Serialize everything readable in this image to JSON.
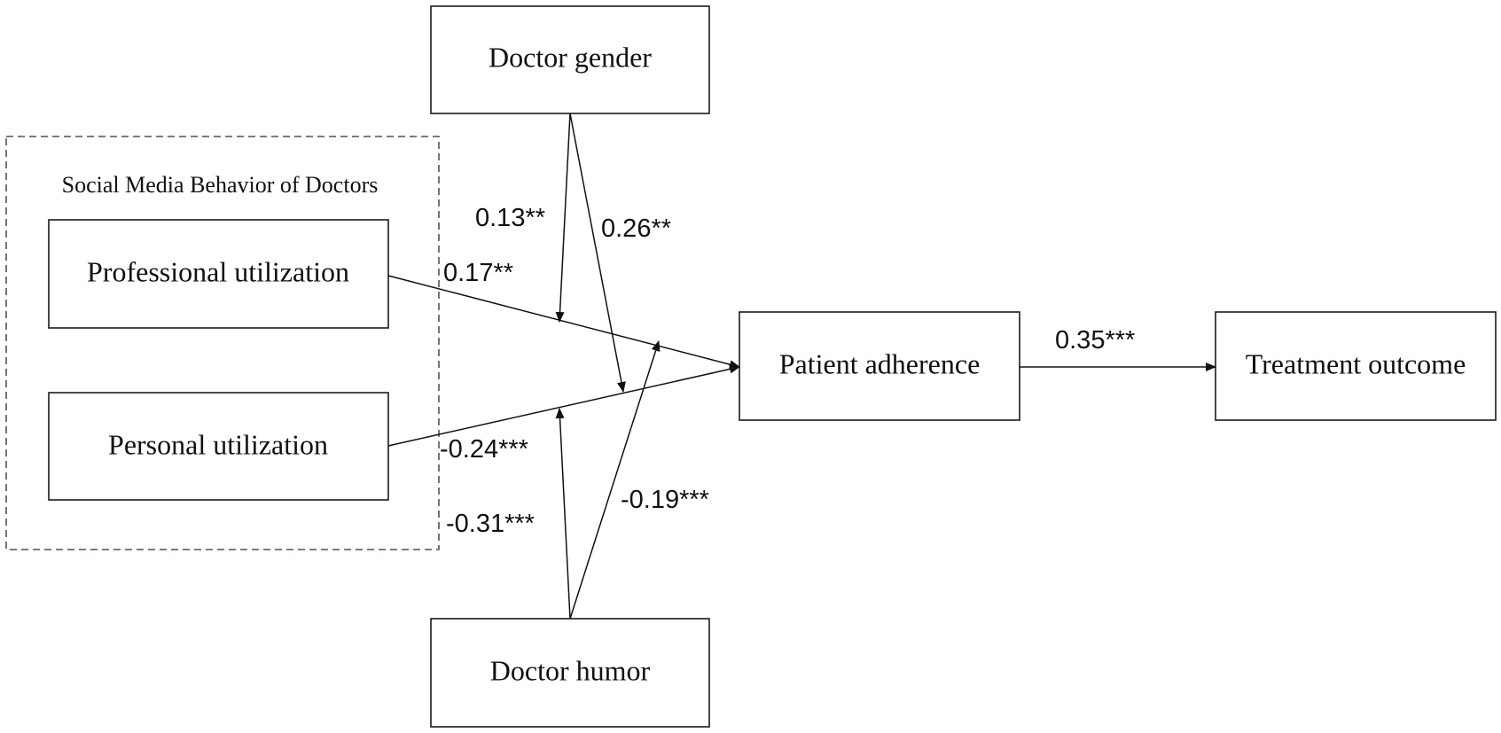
{
  "diagram": {
    "group": {
      "label": "Social Media Behavior of Doctors"
    },
    "nodes": {
      "doctor_gender": "Doctor gender",
      "professional_utilization": "Professional utilization",
      "personal_utilization": "Personal utilization",
      "patient_adherence": "Patient adherence",
      "treatment_outcome": "Treatment outcome",
      "doctor_humor": "Doctor humor"
    },
    "coefficients": {
      "gender_to_professional_path": "0.13**",
      "gender_to_personal_path": "0.26**",
      "professional_to_adherence": "0.17**",
      "personal_to_adherence": "-0.24***",
      "humor_to_professional_path": "-0.19***",
      "humor_to_personal_path": "-0.31***",
      "adherence_to_outcome": "0.35***"
    },
    "colors": {
      "lines": "#111111",
      "group_border": "#44546a",
      "background": "#ffffff"
    }
  }
}
